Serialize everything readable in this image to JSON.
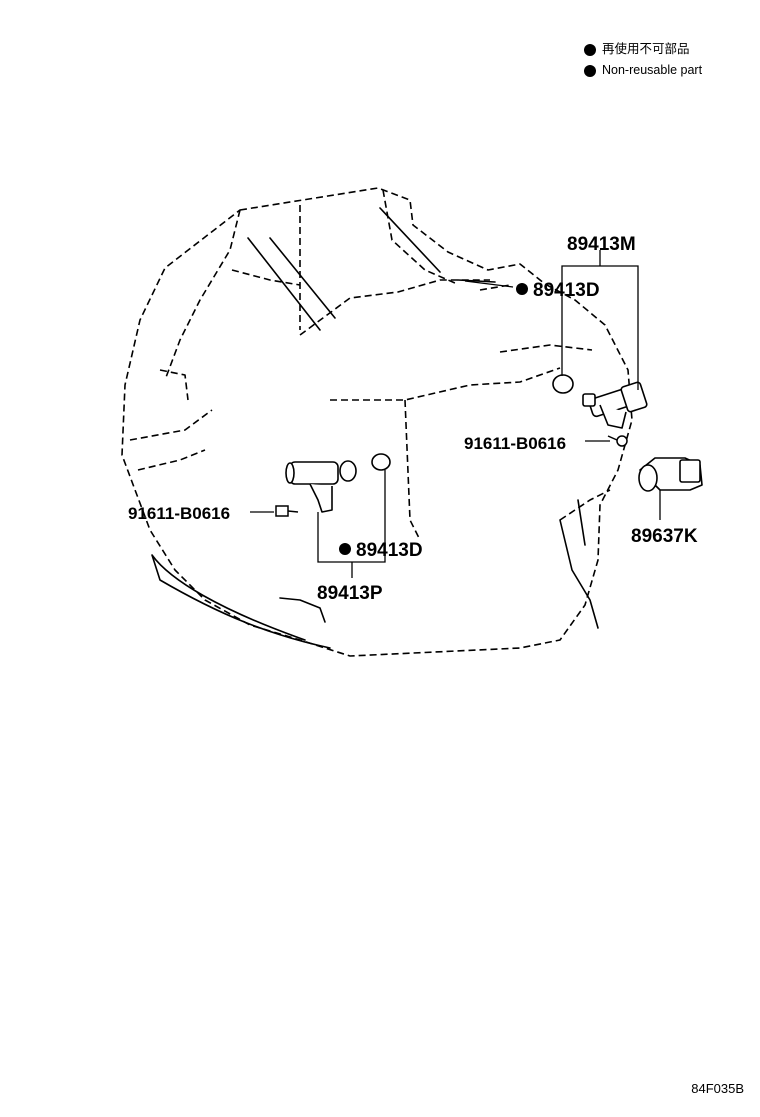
{
  "legend": {
    "items": [
      {
        "text": "再使用不可部品"
      },
      {
        "text": "Non-reusable part"
      }
    ]
  },
  "parts": {
    "sensor_assembly_rear": "89413M",
    "oring_rear": "89413D",
    "bolt_right": "91611-B0616",
    "speed_sensor": "89637K",
    "bolt_left": "91611-B0616",
    "oring_front": "89413D",
    "sensor_assembly_front": "89413P"
  },
  "diagram_code": "84F035B"
}
